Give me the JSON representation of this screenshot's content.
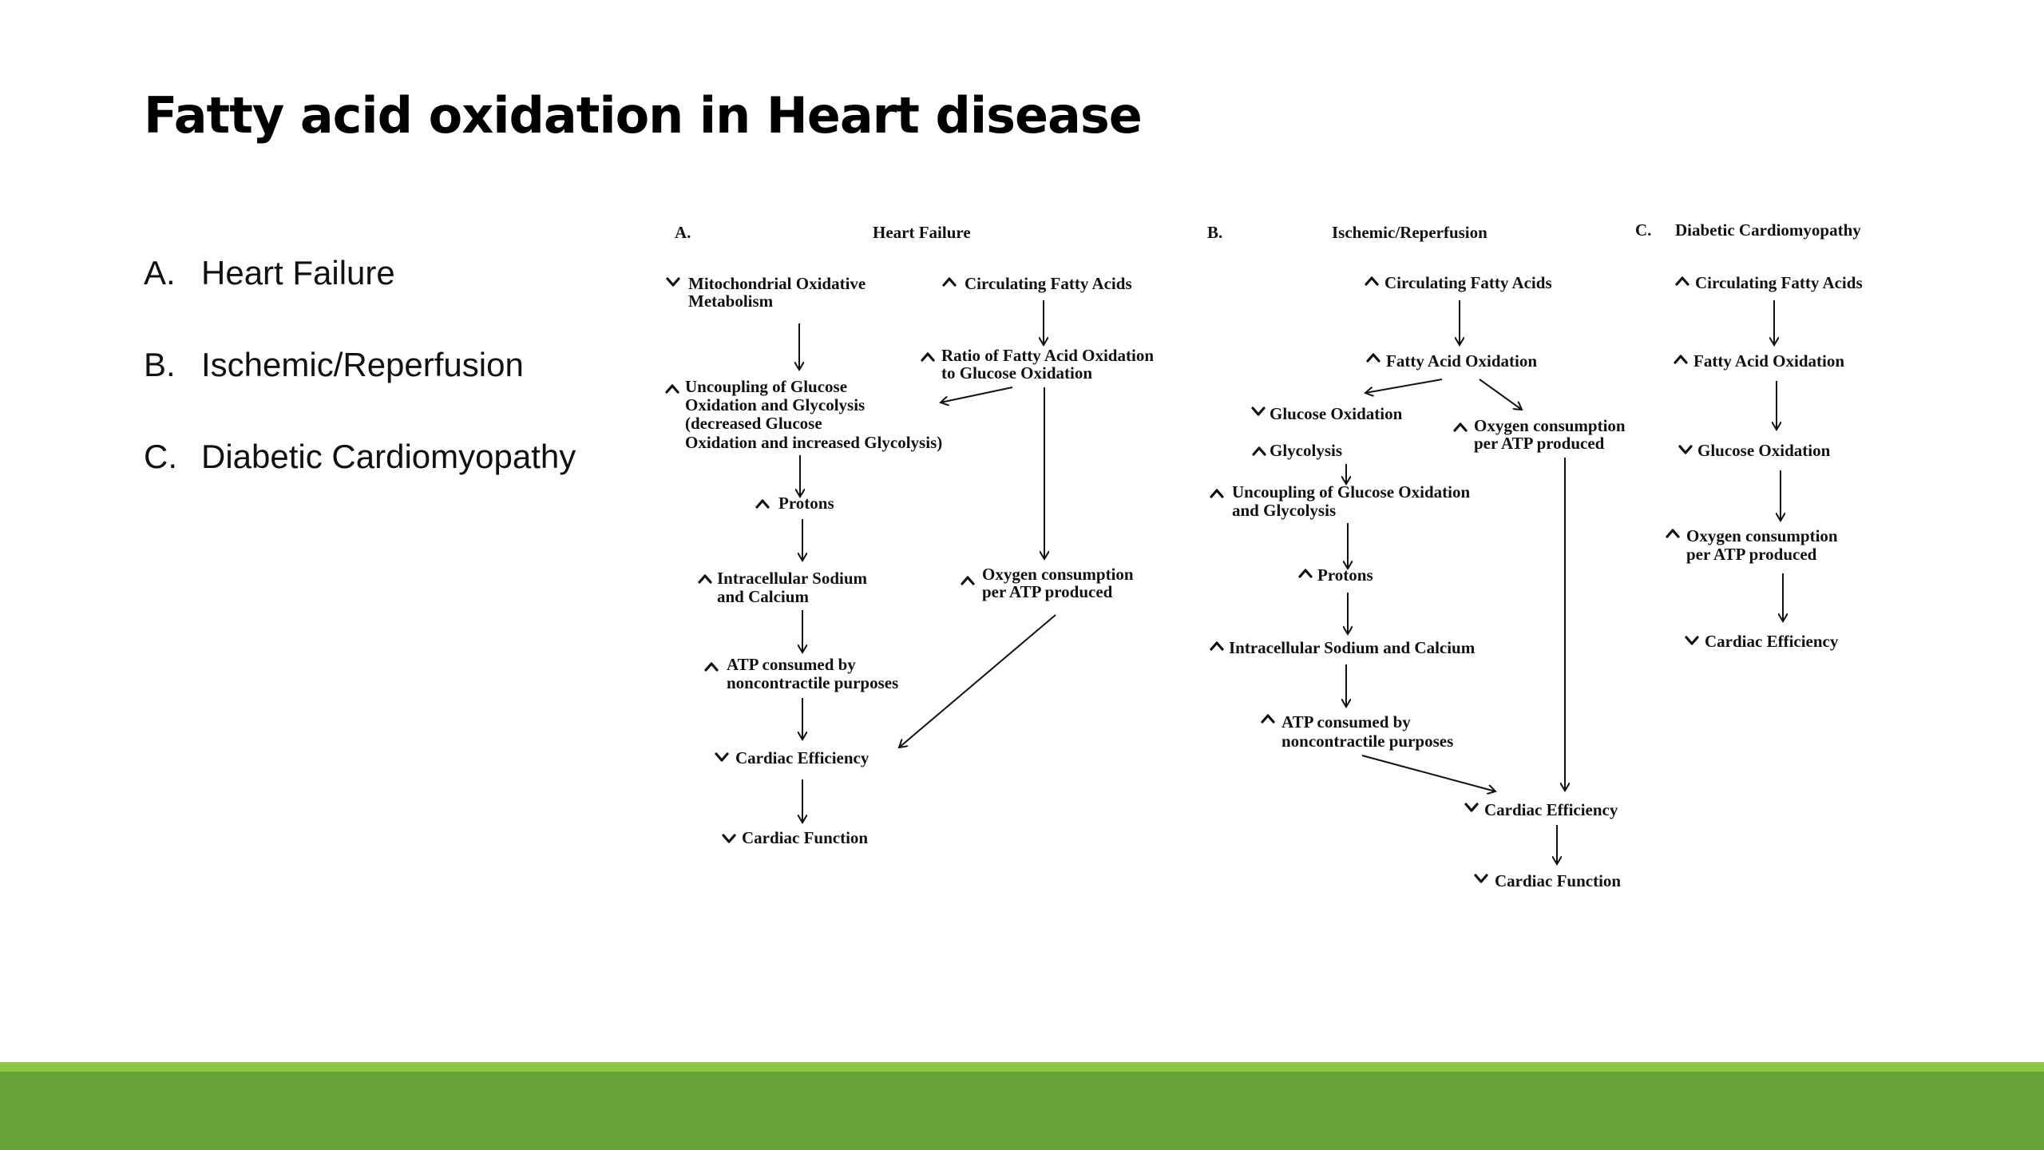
{
  "slide": {
    "title": "Fatty acid oxidation in Heart disease"
  },
  "bullets": [
    {
      "marker": "A.",
      "text": "Heart Failure"
    },
    {
      "marker": "B.",
      "text": "Ischemic/Reperfusion"
    },
    {
      "marker": "C.",
      "text": "Diabetic Cardiomyopathy"
    }
  ],
  "diagram": {
    "panel_a": {
      "letter": "A.",
      "title": "Heart Failure",
      "mito_1": "Mitochondrial Oxidative",
      "mito_2": "Metabolism",
      "circ": "Circulating Fatty Acids",
      "ratio_1": "Ratio of Fatty Acid Oxidation",
      "ratio_2": "to Glucose Oxidation",
      "uncoup_1": "Uncoupling of Glucose",
      "uncoup_2": "Oxidation and Glycolysis",
      "uncoup_3": "(decreased Glucose",
      "uncoup_4": "Oxidation and increased Glycolysis)",
      "protons": "Protons",
      "sodium_1": "Intracellular Sodium",
      "sodium_2": "and Calcium",
      "oxy_1": "Oxygen consumption",
      "oxy_2": "per ATP produced",
      "atp_1": "ATP consumed by",
      "atp_2": "noncontractile purposes",
      "eff": "Cardiac Efficiency",
      "func": "Cardiac Function"
    },
    "panel_b": {
      "letter": "B.",
      "title": "Ischemic/Reperfusion",
      "circ": "Circulating Fatty Acids",
      "fao": "Fatty Acid Oxidation",
      "gluc": "Glucose Oxidation",
      "oxy_1": "Oxygen consumption",
      "oxy_2": "per ATP produced",
      "glyc": "Glycolysis",
      "uncoup_1": "Uncoupling of Glucose Oxidation",
      "uncoup_2": "and Glycolysis",
      "protons": "Protons",
      "sodium": "Intracellular Sodium and Calcium",
      "atp_1": "ATP consumed by",
      "atp_2": "noncontractile purposes",
      "eff": "Cardiac Efficiency",
      "func": "Cardiac Function"
    },
    "panel_c": {
      "letter": "C.",
      "title": "Diabetic Cardiomyopathy",
      "circ": "Circulating Fatty Acids",
      "fao": "Fatty Acid Oxidation",
      "gluc": "Glucose Oxidation",
      "oxy_1": "Oxygen consumption",
      "oxy_2": "per ATP produced",
      "eff": "Cardiac Efficiency"
    }
  },
  "colors": {
    "band_light": "#8dc63f",
    "band_dark": "#65a33a"
  }
}
